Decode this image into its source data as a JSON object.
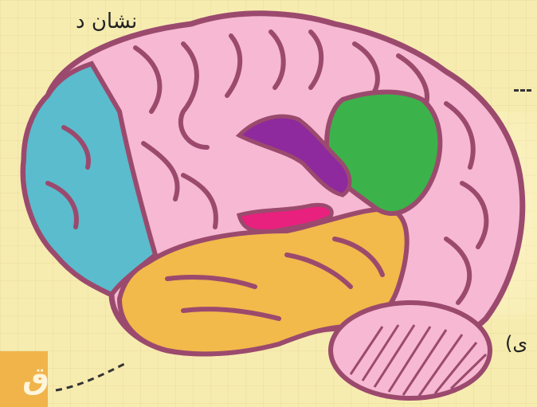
{
  "labels": {
    "top_left": "نشان د",
    "bottom_right": "ی)",
    "corner_badge": "ق"
  },
  "colors": {
    "background": "#f7ecb0",
    "outline": "#9b4a6e",
    "frontal_lobe": "#f6b8d2",
    "occipital_lobe": "#5bbccd",
    "temporal_lobe": "#f2b94b",
    "parietal_green": "#3bb34a",
    "purple_region": "#8e2a9d",
    "magenta_region": "#e8207e",
    "cerebellum": "#f6b8d2",
    "corner_badge": "#f0b44a"
  }
}
